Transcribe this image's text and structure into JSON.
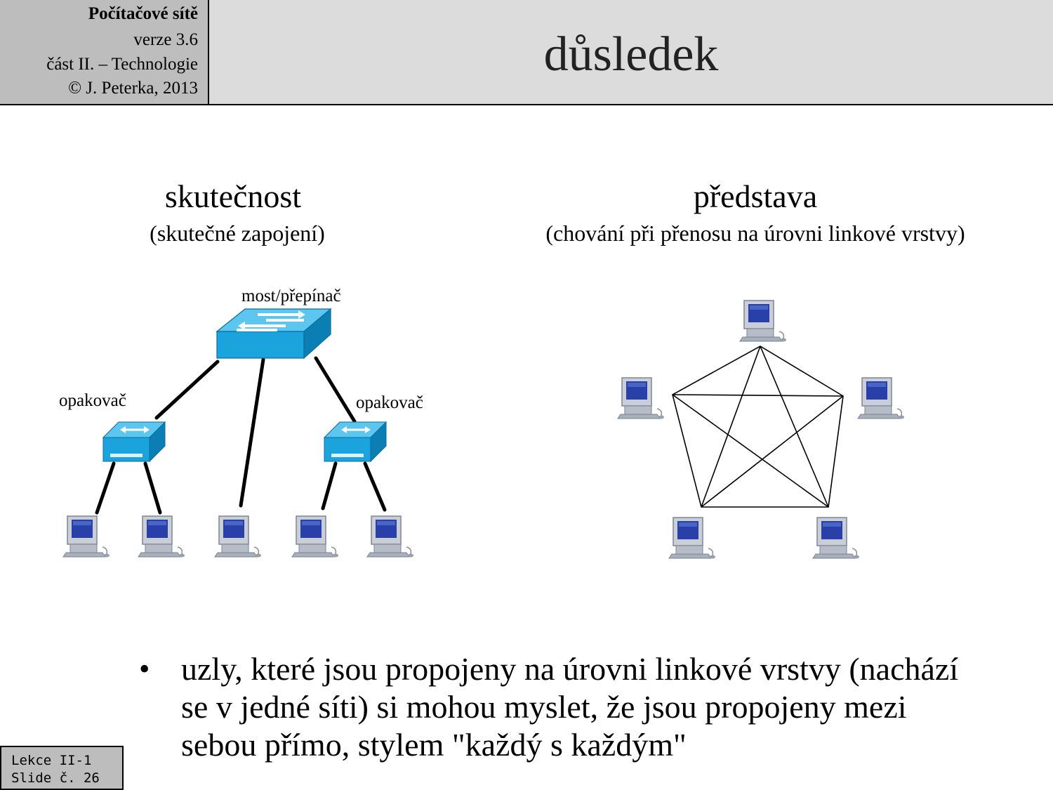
{
  "header": {
    "course": "Počítačové sítě",
    "version": "verze 3.6",
    "part": "část  II. –  Technologie",
    "copyright": "© J. Peterka, 2013",
    "title": "důsledek"
  },
  "left": {
    "title": "skutečnost",
    "subtitle": "(skutečné zapojení)",
    "switch_label": "most/přepínač",
    "repeater_left_label": "opakovač",
    "repeater_right_label": "opakovač"
  },
  "right": {
    "title": "představa",
    "subtitle": "(chování při přenosu na úrovni linkové vrstvy)"
  },
  "bullet": {
    "text": "uzly, které jsou propojeny na úrovni linkové vrstvy (nachází se v jedné síti) si mohou myslet, že jsou propojeny mezi sebou přímo, stylem \"každý s každým\""
  },
  "footer": {
    "lecture": "Lekce II-1",
    "slide": "Slide č. 26"
  },
  "colors": {
    "header_left_bg": "#bdbdbd",
    "header_title_bg": "#dcdcdc",
    "device_blue": "#1aa3dd",
    "device_blue_dark": "#0a6f9e"
  },
  "icons": [
    "switch-icon",
    "hub-icon",
    "computer-icon"
  ]
}
